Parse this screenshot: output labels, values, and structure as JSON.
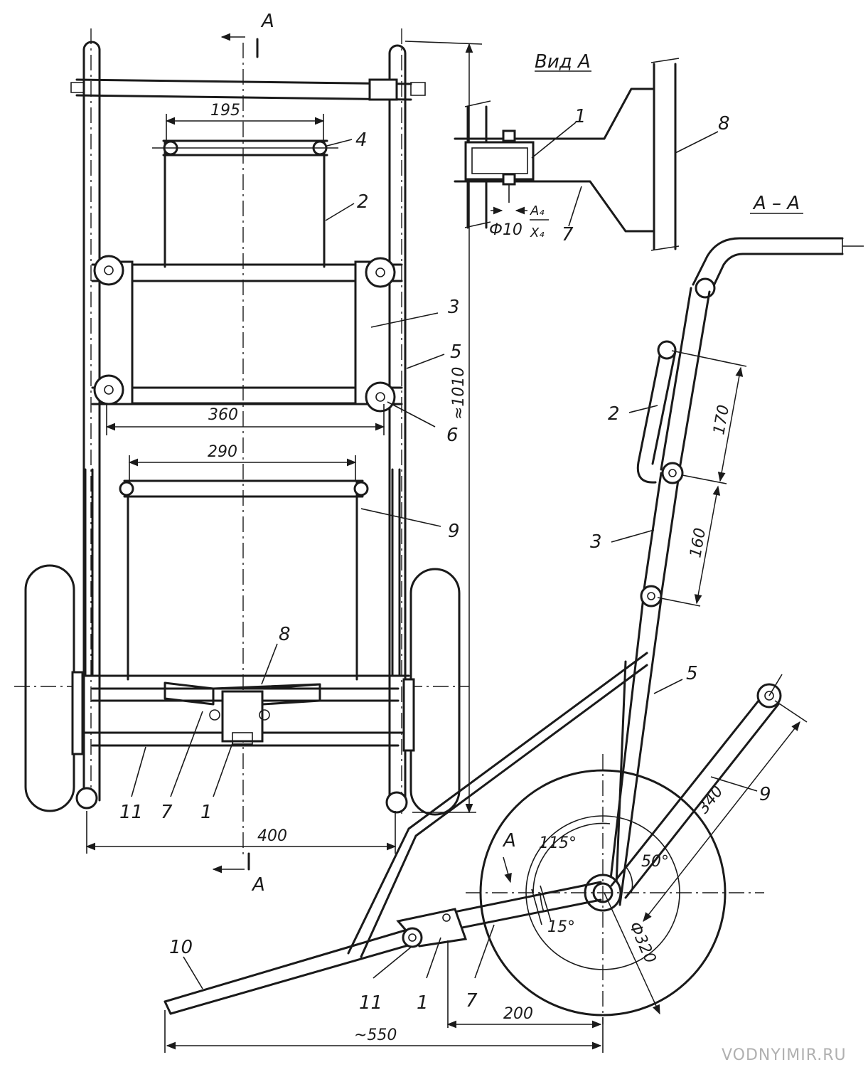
{
  "views": {
    "front": {
      "section_mark_top": "А",
      "section_mark_bottom": "А",
      "dims": {
        "w195": "195",
        "w360": "360",
        "w290": "290",
        "w400": "400",
        "h1010": "≈1010"
      },
      "parts": {
        "p1": "1",
        "p2": "2",
        "p3": "3",
        "p4": "4",
        "p5": "5",
        "p6": "6",
        "p7": "7",
        "p8": "8",
        "p9": "9",
        "p11": "11"
      }
    },
    "detail": {
      "title": "Вид А",
      "dia": "Ф10",
      "fit_top": "A₄",
      "fit_bottom": "X₄",
      "parts": {
        "p1": "1",
        "p7": "7",
        "p8": "8"
      }
    },
    "section": {
      "title": "А – А",
      "arrow_mark": "А",
      "dims": {
        "d170": "170",
        "d160": "160",
        "d340": "340",
        "d320": "Ф320",
        "d200": "200",
        "d550": "~550",
        "a115": "115°",
        "a50": "50°",
        "a15": "15°"
      },
      "parts": {
        "p1": "1",
        "p2": "2",
        "p3": "3",
        "p5": "5",
        "p7": "7",
        "p9": "9",
        "p10": "10",
        "p11": "11"
      }
    }
  },
  "watermark": "VODNYIMIR.RU",
  "colors": {
    "ink": "#1a1a1a",
    "paper": "#ffffff",
    "watermark": "#b0b0b0"
  }
}
